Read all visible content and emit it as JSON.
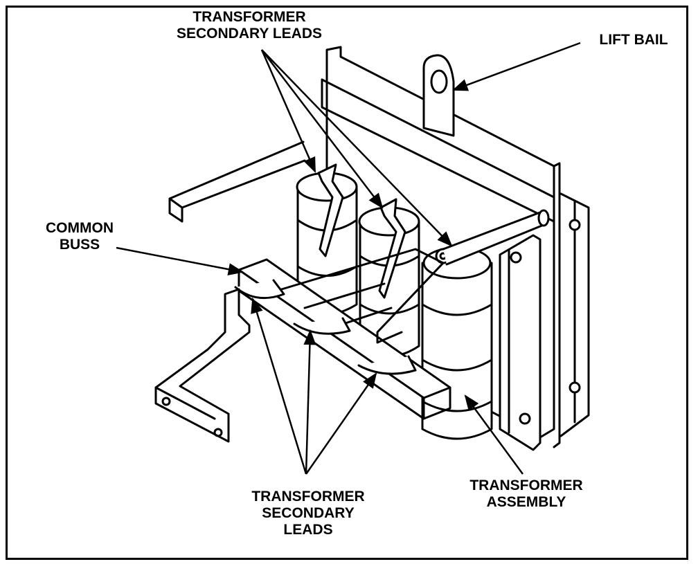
{
  "labels": {
    "secondary_top": {
      "line1": "TRANSFORMER",
      "line2": "SECONDARY LEADS"
    },
    "lift_bail": "LIFT BAIL",
    "common_buss": {
      "line1": "COMMON",
      "line2": "BUSS"
    },
    "secondary_bottom": {
      "line1": "TRANSFORMER",
      "line2": "SECONDARY",
      "line3": "LEADS"
    },
    "assembly": {
      "line1": "TRANSFORMER",
      "line2": "ASSEMBLY"
    }
  }
}
